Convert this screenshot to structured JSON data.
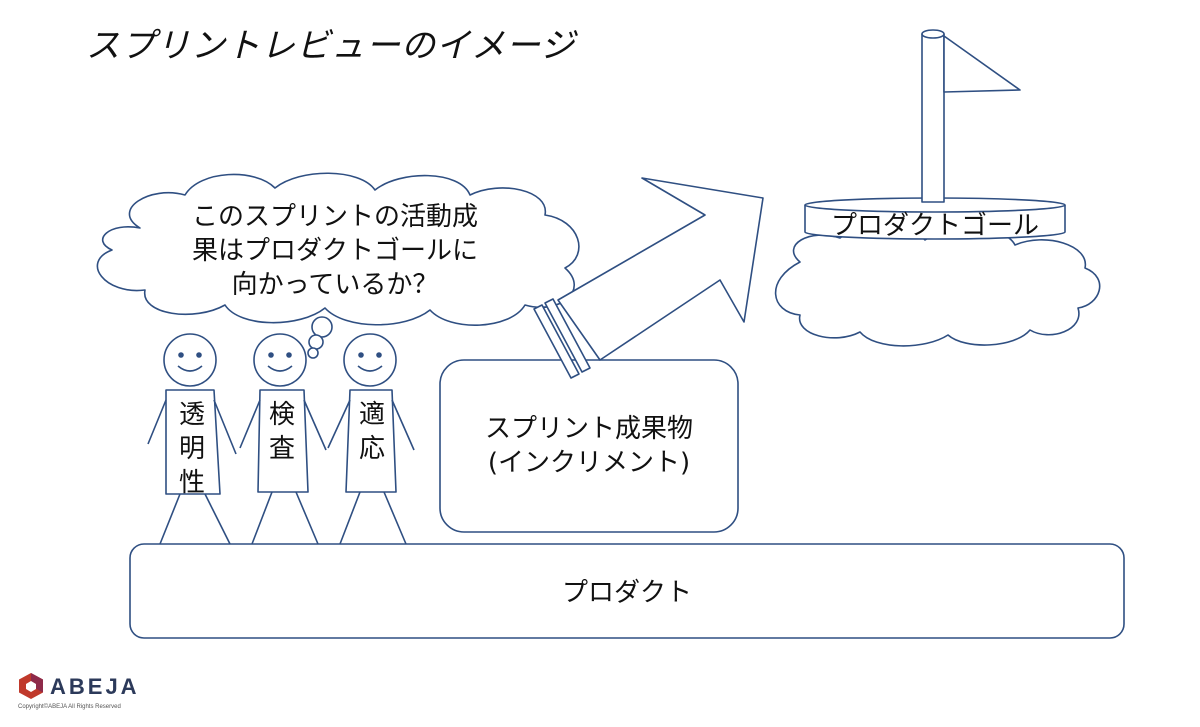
{
  "slide": {
    "title": "スプリントレビューのイメージ",
    "thought_bubble": {
      "lines": [
        "このスプリントの活動成",
        "果はプロダクトゴールに",
        "向かっているか？"
      ]
    },
    "people": [
      {
        "chars": [
          "透",
          "明",
          "性"
        ]
      },
      {
        "chars": [
          "検",
          "査"
        ]
      },
      {
        "chars": [
          "適",
          "応"
        ]
      }
    ],
    "increment": {
      "lines": [
        "スプリント成果物",
        "(インクリメント)"
      ]
    },
    "product_label": "プロダクト",
    "goal_label": "プロダクトゴール",
    "colors": {
      "stroke": "#2f4f82",
      "text": "#111111",
      "brand_red": "#c0392b",
      "brand_purple": "#6b2d5c"
    }
  },
  "brand": {
    "name": "ABEJA",
    "logo_icon": "hexagon-logo-icon",
    "copyright": "Copyright©ABEJA All Rights Reserved"
  }
}
